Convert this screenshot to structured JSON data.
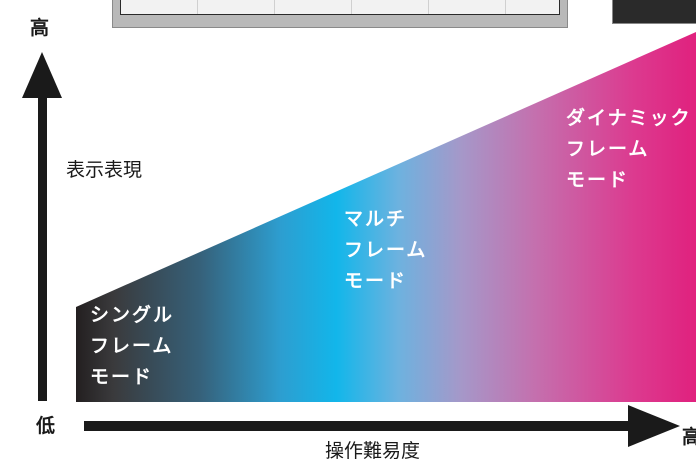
{
  "axes": {
    "y_high": "高",
    "y_low": "低",
    "y_title": "表示表現",
    "x_title": "操作難易度",
    "x_high": "高"
  },
  "modes": [
    {
      "lines": [
        "シングル",
        "フレーム",
        "モード"
      ]
    },
    {
      "lines": [
        "マルチ",
        "フレーム",
        "モード"
      ]
    },
    {
      "lines": [
        "ダイナミック",
        "フレーム",
        "モード"
      ]
    }
  ],
  "colors": {
    "gradient": [
      "#231f20",
      "#36617a",
      "#12b6ea",
      "#a598c9",
      "#e0217e"
    ],
    "axis": "#1a1a1a",
    "mode_text": "#ffffff"
  }
}
